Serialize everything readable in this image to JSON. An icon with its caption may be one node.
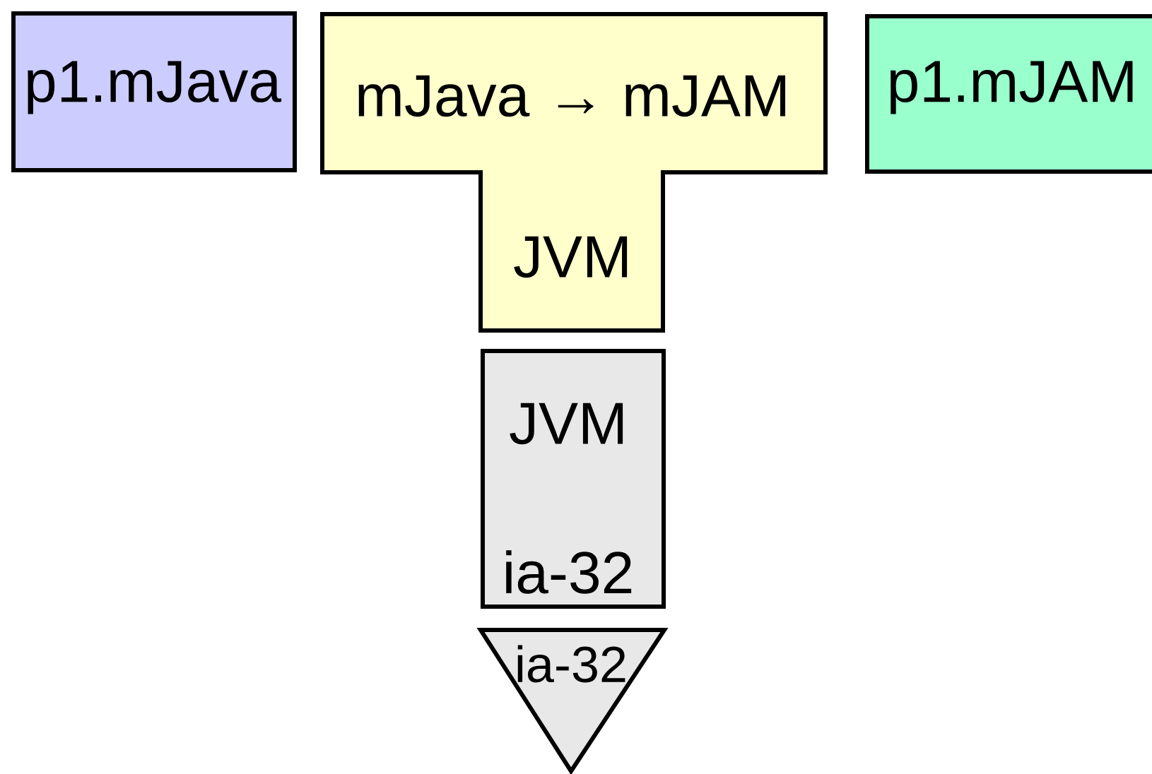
{
  "diagram": {
    "nodes": [
      {
        "text": [
          "p1.mJava"
        ]
      },
      {
        "text": [
          "mJava → mJAM",
          "JVM"
        ]
      },
      {
        "text": [
          "JVM",
          "ia-32"
        ]
      },
      {
        "text": [
          "ia-32"
        ]
      },
      {
        "text": [
          "p1.mJAM"
        ]
      }
    ]
  }
}
